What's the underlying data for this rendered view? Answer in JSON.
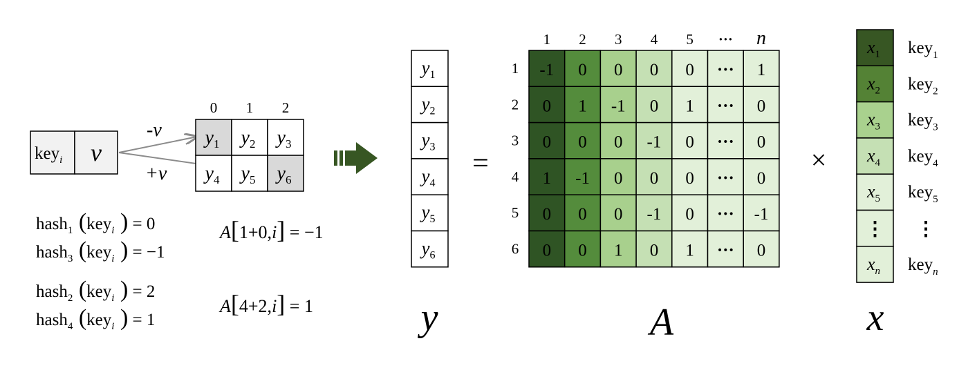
{
  "key_value_pair": {
    "key": "key",
    "key_sub": "i",
    "value": "v"
  },
  "arrow_labels": {
    "minus_v": "-v",
    "plus_v": "+v"
  },
  "small_table": {
    "col_headers": [
      "0",
      "1",
      "2"
    ],
    "cells": [
      {
        "base": "y",
        "sub": "1",
        "highlight": true
      },
      {
        "base": "y",
        "sub": "2",
        "highlight": false
      },
      {
        "base": "y",
        "sub": "3",
        "highlight": false
      },
      {
        "base": "y",
        "sub": "4",
        "highlight": false
      },
      {
        "base": "y",
        "sub": "5",
        "highlight": false
      },
      {
        "base": "y",
        "sub": "6",
        "highlight": true
      }
    ]
  },
  "hash_equations": [
    {
      "fn": "hash",
      "sub": "1",
      "key": "key",
      "key_sub": "i",
      "rhs": "= 0"
    },
    {
      "fn": "hash",
      "sub": "3",
      "key": "key",
      "key_sub": "i",
      "rhs": "= −1"
    },
    {
      "fn": "hash",
      "sub": "2",
      "key": "key",
      "key_sub": "i",
      "rhs": "= 2"
    },
    {
      "fn": "hash",
      "sub": "4",
      "key": "key",
      "key_sub": "i",
      "rhs": "= 1"
    }
  ],
  "matrix_equations": [
    {
      "name": "A",
      "index": "1+0,",
      "idx_var": "i",
      "rhs": "= −1"
    },
    {
      "name": "A",
      "index": "4+2,",
      "idx_var": "i",
      "rhs": "= 1"
    }
  ],
  "y_vector": {
    "entries": [
      "1",
      "2",
      "3",
      "4",
      "5",
      "6"
    ],
    "var": "y",
    "label": "y"
  },
  "equals_sign": "=",
  "times_sign": "×",
  "matrix": {
    "label": "A",
    "col_headers": [
      "1",
      "2",
      "3",
      "4",
      "5",
      "···",
      "n"
    ],
    "row_headers": [
      "1",
      "2",
      "3",
      "4",
      "5",
      "6"
    ],
    "rows": [
      [
        "-1",
        "0",
        "0",
        "0",
        "0",
        "···",
        "1"
      ],
      [
        "0",
        "1",
        "-1",
        "0",
        "1",
        "···",
        "0"
      ],
      [
        "0",
        "0",
        "0",
        "-1",
        "0",
        "···",
        "0"
      ],
      [
        "1",
        "-1",
        "0",
        "0",
        "0",
        "···",
        "0"
      ],
      [
        "0",
        "0",
        "0",
        "-1",
        "0",
        "···",
        "-1"
      ],
      [
        "0",
        "0",
        "1",
        "0",
        "1",
        "···",
        "0"
      ]
    ],
    "column_colors": [
      "#2f5424",
      "#548c3c",
      "#a8d08d",
      "#c5e0b4",
      "#e2f0d9",
      "#e2f0d9",
      "#e2f0d9"
    ]
  },
  "x_vector": {
    "label": "x",
    "var": "x",
    "entries": [
      {
        "sub": "1",
        "key_sub": "1",
        "color": "#375623"
      },
      {
        "sub": "2",
        "key_sub": "2",
        "color": "#548235"
      },
      {
        "sub": "3",
        "key_sub": "3",
        "color": "#a9d18e"
      },
      {
        "sub": "4",
        "key_sub": "4",
        "color": "#c5e0b4"
      },
      {
        "sub": "5",
        "key_sub": "5",
        "color": "#e2f0d9"
      },
      {
        "sub": "⋮",
        "key_sub": "⋮",
        "color": "#e2f0d9",
        "ellipsis": true
      },
      {
        "sub": "n",
        "key_sub": "n",
        "color": "#e2f0d9"
      }
    ],
    "key_word": "key"
  },
  "colors": {
    "accent": "#375623",
    "grid": "#000000",
    "gray_cell": "#d9d9d9",
    "key_cell": "#f2f2f2",
    "arrow": "#8c8c8c"
  }
}
